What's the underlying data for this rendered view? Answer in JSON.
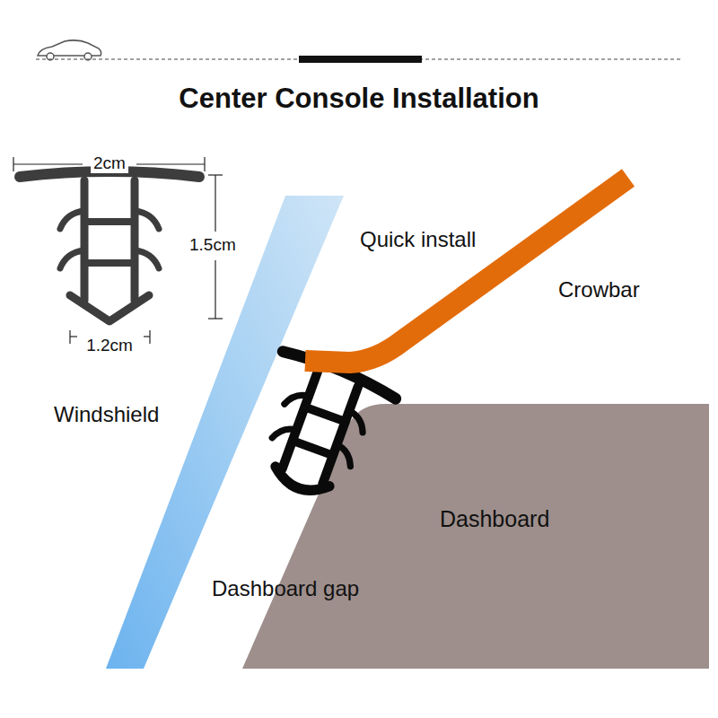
{
  "diagram": {
    "title": "Center Console Installation",
    "nodes": [
      {
        "text": [
          "Dashboard"
        ]
      }
    ],
    "labels": [
      "2cm",
      "1.5cm",
      "1.2cm",
      "Windshield",
      "Quick install",
      "Crowbar",
      "Dashboard gap"
    ]
  }
}
